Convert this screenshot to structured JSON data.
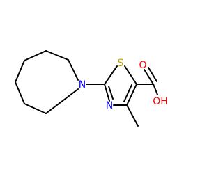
{
  "molecule": {
    "atoms": {
      "azepane_n": {
        "symbol": "N",
        "color": "#0000ff"
      },
      "thiazole_s": {
        "symbol": "S",
        "color": "#b8a400"
      },
      "thiazole_n": {
        "symbol": "N",
        "color": "#0000ff"
      },
      "carbonyl_o": {
        "symbol": "O",
        "color": "#ff0000"
      },
      "hydroxyl_oh": {
        "symbol": "OH",
        "color": "#ff0000"
      }
    },
    "bond_color": "#000000"
  }
}
